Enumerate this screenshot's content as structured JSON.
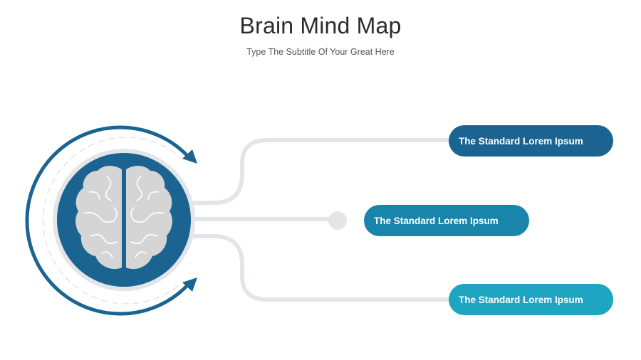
{
  "header": {
    "title": "Brain Mind Map",
    "subtitle": "Type The Subtitle Of Your Great Here"
  },
  "branches": [
    {
      "label": "The Standard Lorem Ipsum",
      "color": "#1b6390"
    },
    {
      "label": "The Standard Lorem Ipsum",
      "color": "#1a85ab"
    },
    {
      "label": "The Standard Lorem Ipsum",
      "color": "#1ea5c2"
    }
  ],
  "colors": {
    "dark_blue": "#1b6390",
    "connector_gray": "#e3e5e8",
    "brain_gray": "#d5d5d5"
  },
  "center_icon": "brain-icon"
}
